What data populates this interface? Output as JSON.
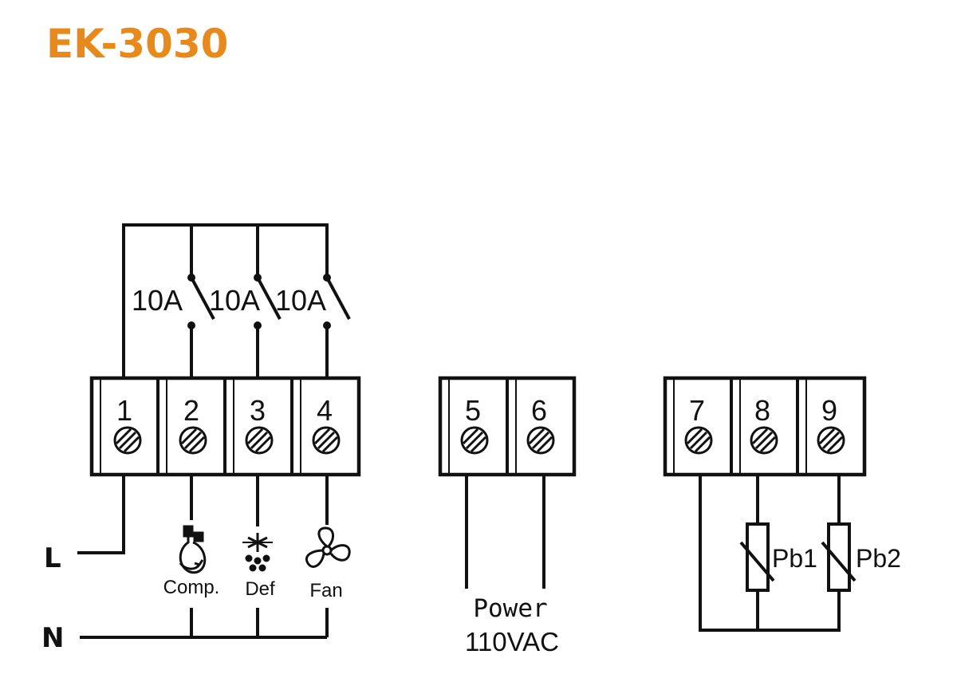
{
  "title": "EK-3030",
  "brand_color": "#e8891c",
  "relay_ratings": [
    "10A",
    "10A",
    "10A"
  ],
  "terminals": [
    "1",
    "2",
    "3",
    "4",
    "5",
    "6",
    "7",
    "8",
    "9"
  ],
  "lines": {
    "live": "L",
    "neutral": "N"
  },
  "loads": [
    {
      "label": "Comp.",
      "icon": "compressor-icon"
    },
    {
      "label": "Def",
      "icon": "defrost-icon"
    },
    {
      "label": "Fan",
      "icon": "fan-icon"
    }
  ],
  "power": {
    "label": "Power",
    "voltage": "110VAC"
  },
  "probes": [
    "Pb1",
    "Pb2"
  ]
}
